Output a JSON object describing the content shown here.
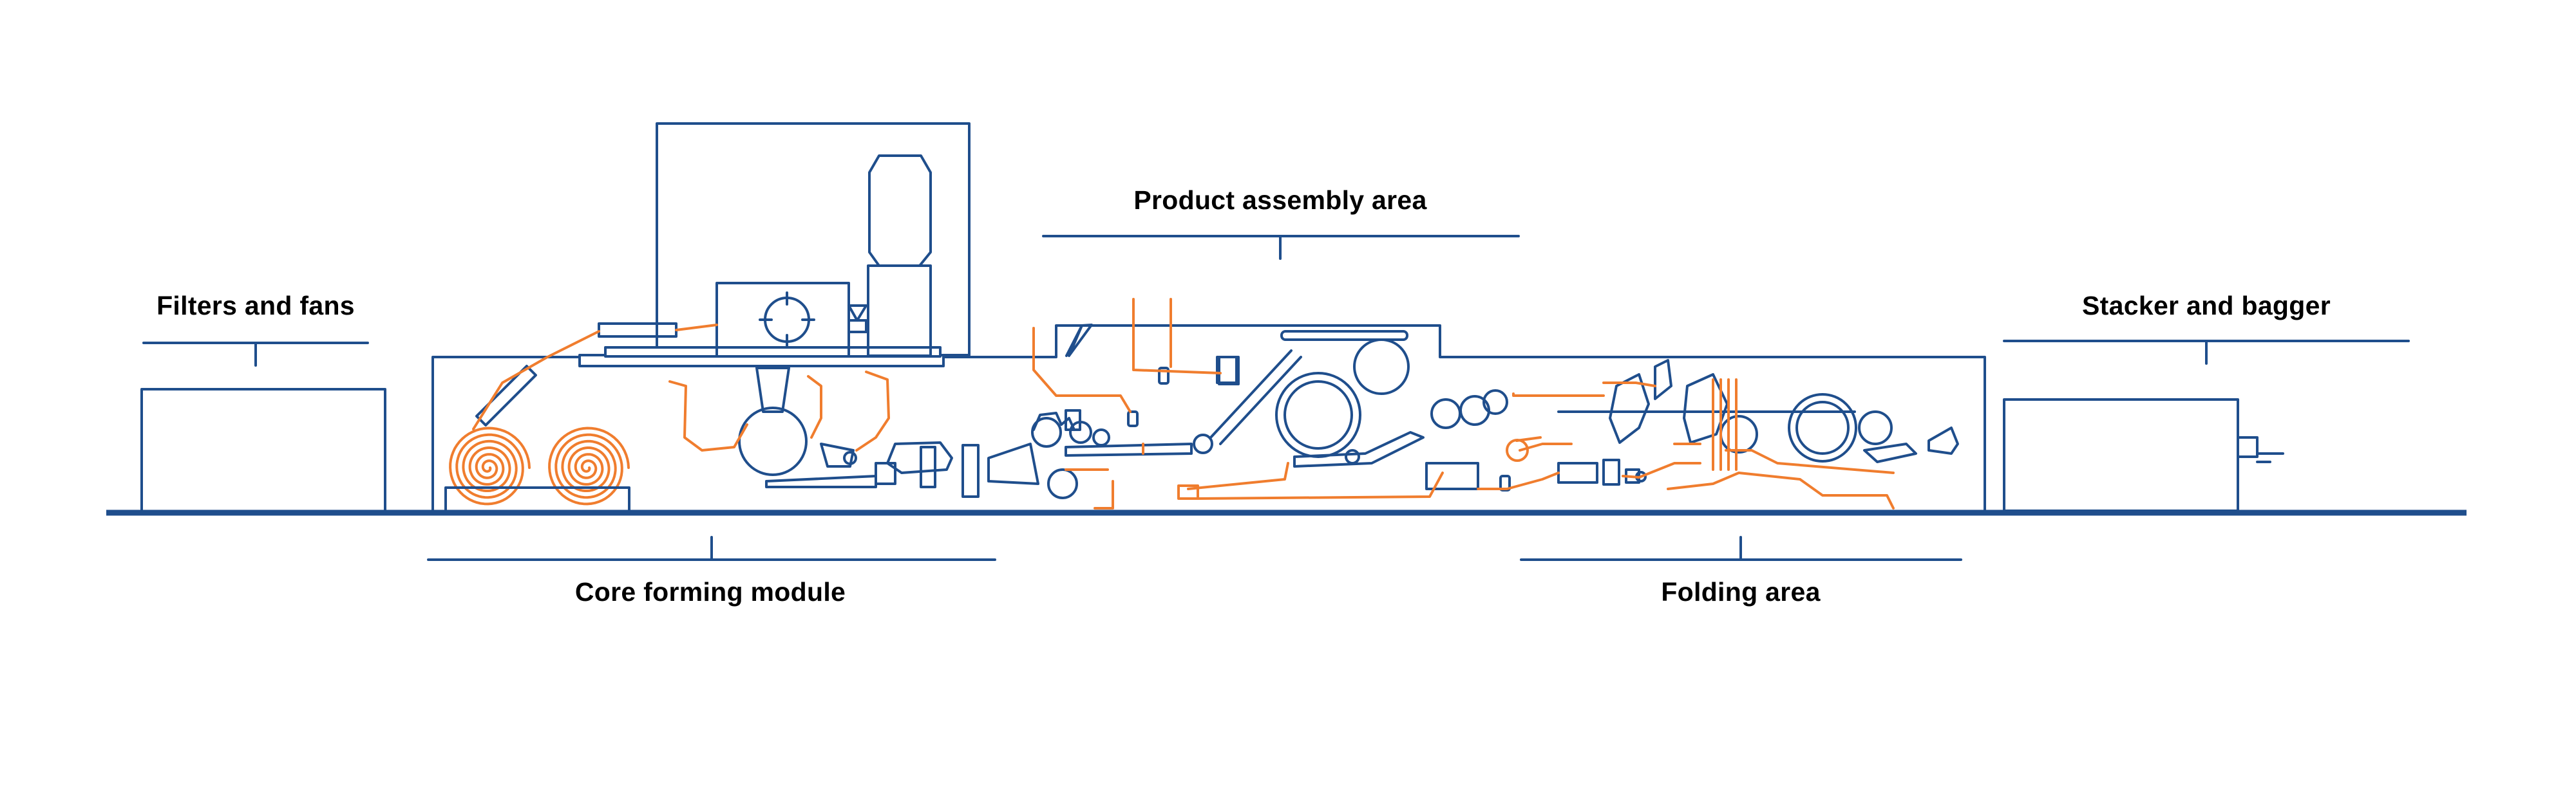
{
  "colors": {
    "machine_outline": "#1f4e8c",
    "material_path": "#f07d2e",
    "floor": "#1f4e8c",
    "label_text": "#000000",
    "background": "#ffffff"
  },
  "sections": {
    "filters_fans": {
      "label": "Filters and fans"
    },
    "core_forming": {
      "label": "Core forming module"
    },
    "product_assembly": {
      "label": "Product assembly area"
    },
    "folding": {
      "label": "Folding area"
    },
    "stacker_bagger": {
      "label": "Stacker and bagger"
    }
  }
}
